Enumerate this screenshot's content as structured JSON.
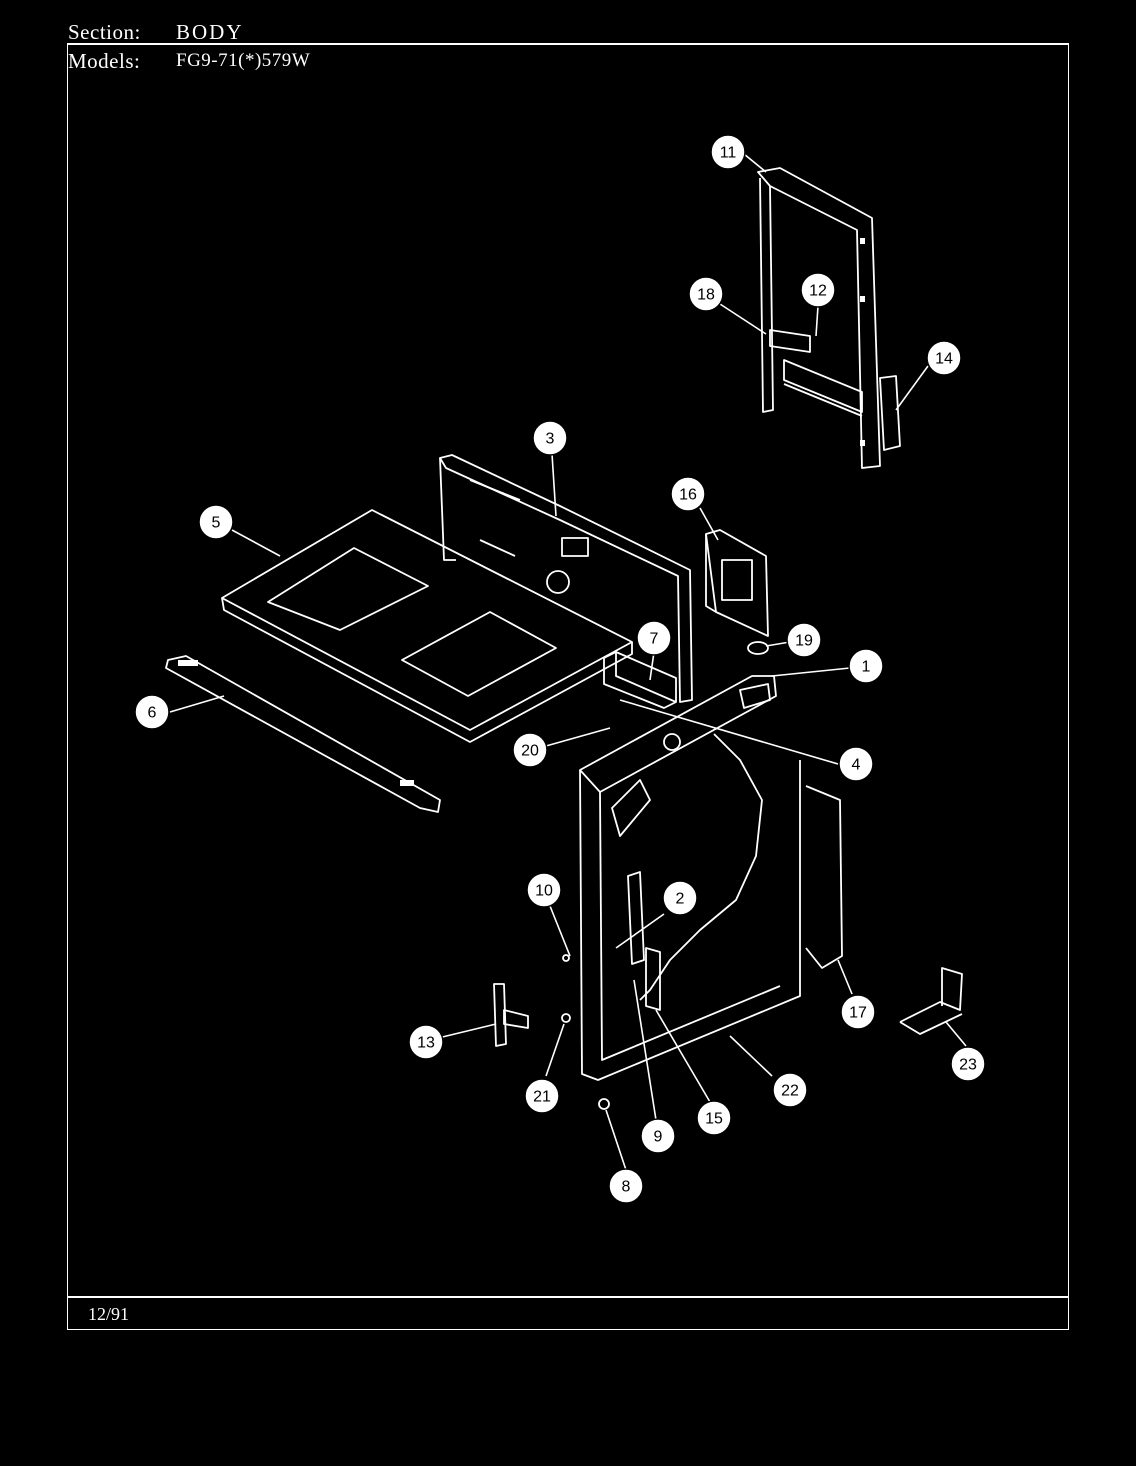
{
  "header": {
    "section_label": "Section:",
    "section_value": "BODY",
    "models_label": "Models:",
    "models_value": "FG9-71(*)579W"
  },
  "footer": {
    "date": "12/91"
  },
  "callouts": [
    {
      "label": "1"
    },
    {
      "label": "2"
    },
    {
      "label": "3"
    },
    {
      "label": "4"
    },
    {
      "label": "5"
    },
    {
      "label": "6"
    },
    {
      "label": "7"
    },
    {
      "label": "8"
    },
    {
      "label": "9"
    },
    {
      "label": "10"
    },
    {
      "label": "11"
    },
    {
      "label": "12"
    },
    {
      "label": "13"
    },
    {
      "label": "14"
    },
    {
      "label": "15"
    },
    {
      "label": "16"
    },
    {
      "label": "17"
    },
    {
      "label": "18"
    },
    {
      "label": "19"
    },
    {
      "label": "20"
    },
    {
      "label": "21"
    },
    {
      "label": "22"
    },
    {
      "label": "23"
    }
  ]
}
